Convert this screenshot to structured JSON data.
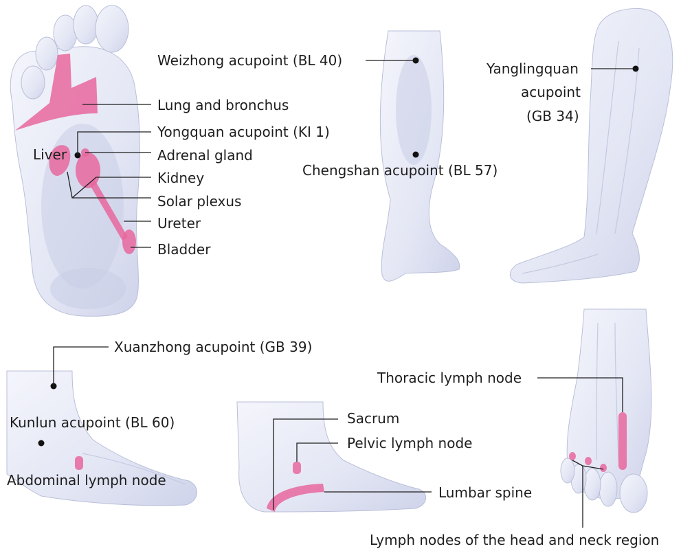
{
  "colors": {
    "background": "#ffffff",
    "skin_light": "#f2f3fb",
    "skin_mid": "#d9dcef",
    "skin_outline": "#b9bfd8",
    "reflex_zone": "#e8679e",
    "text": "#1e1e1e",
    "marker": "#111111"
  },
  "sole": {
    "lung_and_bronchus": "Lung and bronchus",
    "yongquan": "Yongquan acupoint (KI 1)",
    "liver": "Liver",
    "adrenal_gland": "Adrenal gland",
    "kidney": "Kidney",
    "solar_plexus": "Solar plexus",
    "ureter": "Ureter",
    "bladder": "Bladder"
  },
  "calf_back": {
    "weizhong": "Weizhong acupoint (BL 40)",
    "chengshan": "Chengshan acupoint (BL 57)"
  },
  "leg_side": {
    "yanglingquan_line1": "Yanglingquan",
    "yanglingquan_line2": "acupoint",
    "yanglingquan_line3": "(GB 34)"
  },
  "ankle_outer": {
    "xuanzhong": "Xuanzhong acupoint (GB 39)",
    "kunlun": "Kunlun acupoint (BL 60)",
    "abdominal_lymph": "Abdominal lymph node"
  },
  "foot_inner": {
    "sacrum": "Sacrum",
    "pelvic_lymph": "Pelvic lymph node",
    "lumbar_spine": "Lumbar spine"
  },
  "foot_top": {
    "thoracic_lymph": "Thoracic lymph node",
    "head_neck_lymph": "Lymph nodes of the head and neck region"
  }
}
